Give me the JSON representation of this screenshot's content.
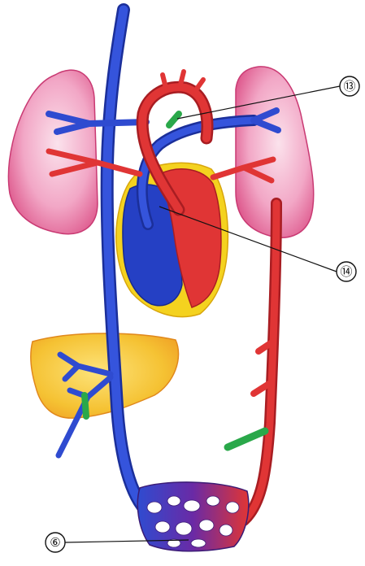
{
  "callouts": [
    {
      "id": "13",
      "text": "⑬"
    },
    {
      "id": "14",
      "text": "⑭"
    },
    {
      "id": "6",
      "text": "⑥"
    }
  ],
  "colors": {
    "vein_blue": "#2f4bd0",
    "vein_dark": "#1b2f9a",
    "artery_red": "#e03535",
    "artery_dark": "#b31f24",
    "lung_pink": "#e9609a",
    "lung_light": "#f7c6d8",
    "liver_yellow": "#f2c12e",
    "liver_orange": "#f09a24",
    "heart_outline_yellow": "#f4d21f",
    "ductus_green": "#2aa84a",
    "capillary_purple": "#6a2aa5"
  }
}
